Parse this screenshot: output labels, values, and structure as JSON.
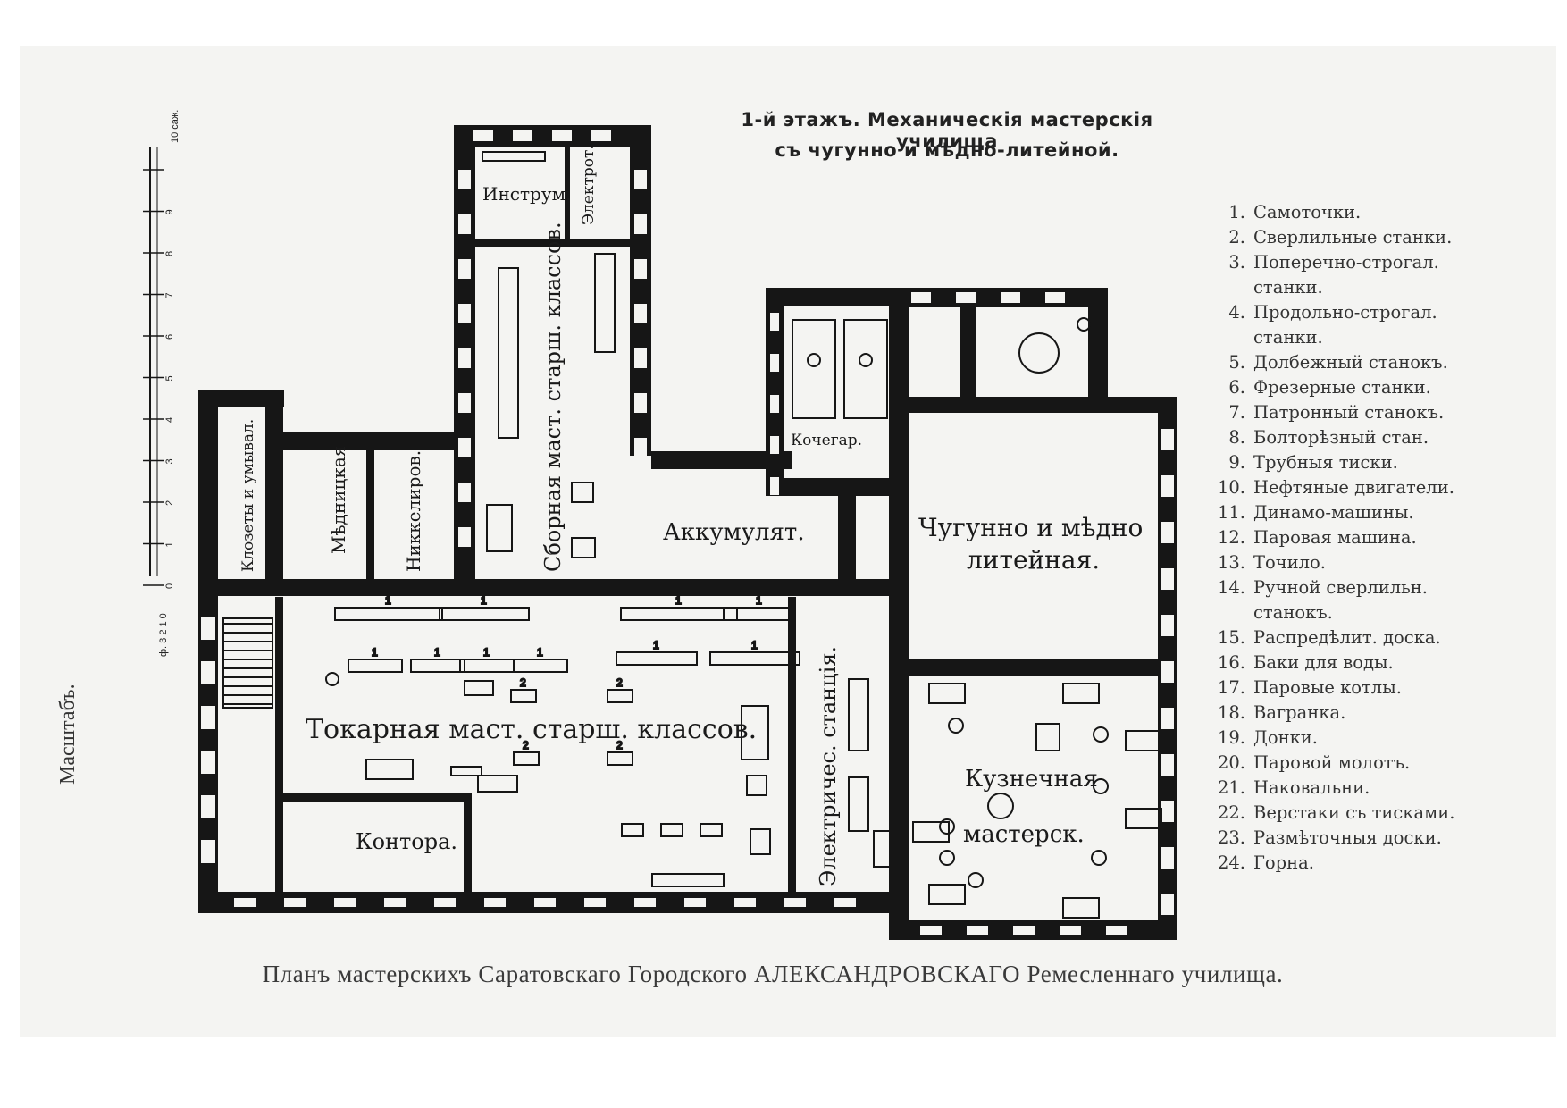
{
  "header": {
    "line1": "1-й этажъ. Механическія мастерскія училища",
    "line2": "съ чугунно и мѣдно-литейной."
  },
  "legend": [
    {
      "num": "1.",
      "lines": [
        "Самоточки."
      ]
    },
    {
      "num": "2.",
      "lines": [
        "Сверлильные станки."
      ]
    },
    {
      "num": "3.",
      "lines": [
        "Поперечно-строгал.",
        "станки."
      ]
    },
    {
      "num": "4.",
      "lines": [
        "Продольно-строгал.",
        "станки."
      ]
    },
    {
      "num": "5.",
      "lines": [
        "Долбежный станокъ."
      ]
    },
    {
      "num": "6.",
      "lines": [
        "Фрезерные станки."
      ]
    },
    {
      "num": "7.",
      "lines": [
        "Патронный станокъ."
      ]
    },
    {
      "num": "8.",
      "lines": [
        "Болторѣзный стан."
      ]
    },
    {
      "num": "9.",
      "lines": [
        "Трубныя тиски."
      ]
    },
    {
      "num": "10.",
      "lines": [
        "Нефтяные двигатели."
      ]
    },
    {
      "num": "11.",
      "lines": [
        "Динамо-машины."
      ]
    },
    {
      "num": "12.",
      "lines": [
        "Паровая машина."
      ]
    },
    {
      "num": "13.",
      "lines": [
        "Точило."
      ]
    },
    {
      "num": "14.",
      "lines": [
        "Ручной сверлильн.",
        "станокъ."
      ]
    },
    {
      "num": "15.",
      "lines": [
        "Распредѣлит. доска."
      ]
    },
    {
      "num": "16.",
      "lines": [
        "Баки для воды."
      ]
    },
    {
      "num": "17.",
      "lines": [
        "Паровые котлы."
      ]
    },
    {
      "num": "18.",
      "lines": [
        "Вагранка."
      ]
    },
    {
      "num": "19.",
      "lines": [
        "Донки."
      ]
    },
    {
      "num": "20.",
      "lines": [
        "Паровой молотъ."
      ]
    },
    {
      "num": "21.",
      "lines": [
        "Наковальни."
      ]
    },
    {
      "num": "22.",
      "lines": [
        "Верстаки съ тисками."
      ]
    },
    {
      "num": "23.",
      "lines": [
        "Размѣточныя доски."
      ]
    },
    {
      "num": "24.",
      "lines": [
        "Горна."
      ]
    }
  ],
  "scale": {
    "title": "Масштабъ.",
    "top_label": "10 саж.",
    "ticks": [
      "9",
      "8",
      "7",
      "6",
      "5",
      "4",
      "3",
      "2",
      "1",
      "0"
    ],
    "sub_label": "ф. 3 2 1 0"
  },
  "rooms": {
    "tokarnaya": "Токарная маст. старш. классов.",
    "kontora": "Контора.",
    "sbornaya": "Сборная маст. старш. классов.",
    "instrum": "Инструм.",
    "elektrot": "Электрот.",
    "akkumul": "Аккумулят.",
    "kochegar": "Кочегар.",
    "liteinaya_1": "Чугунно и мѣдно",
    "liteinaya_2": "литейная.",
    "kuznechnaya_1": "Кузнечная",
    "kuznechnaya_2": "мастерск.",
    "elektr_stanciya": "Электричес. станція.",
    "klozety": "Клозеты и умывал.",
    "mednitskaya": "Мѣдницкая",
    "nikkelir": "Никкелиров."
  },
  "caption": "Планъ мастерскихъ Саратовскаго Городского АЛЕКСАНДРОВСКАГО Ремесленнаго училища.",
  "colors": {
    "ink": "#161616",
    "paper": "#f4f4f2"
  }
}
